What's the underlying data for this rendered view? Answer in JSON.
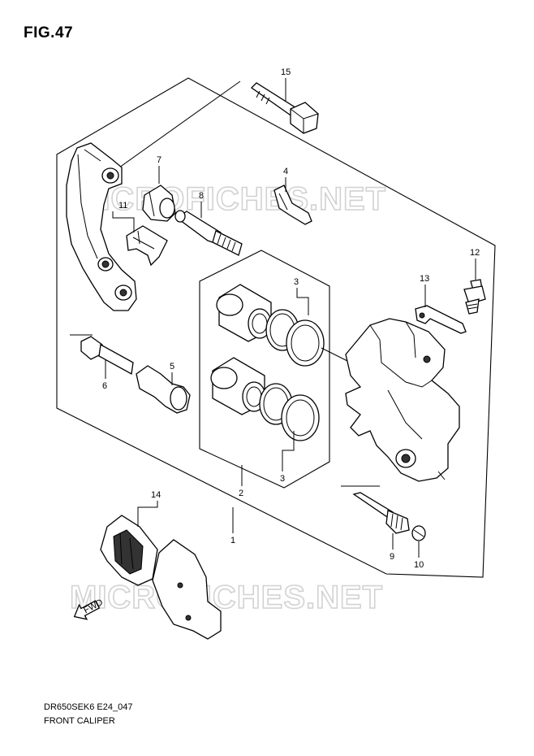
{
  "figure_title": "FIG.47",
  "diagram_code": "DR650SEK6 E24_047",
  "diagram_name": "FRONT CALIPER",
  "watermark": "MICROFICHES.NET",
  "direction_label": "FWD",
  "callouts": [
    {
      "id": "c15",
      "label": "15"
    },
    {
      "id": "c4",
      "label": "4"
    },
    {
      "id": "c7",
      "label": "7"
    },
    {
      "id": "c8",
      "label": "8"
    },
    {
      "id": "c11",
      "label": "11"
    },
    {
      "id": "c12",
      "label": "12"
    },
    {
      "id": "c13",
      "label": "13"
    },
    {
      "id": "c3a",
      "label": "3"
    },
    {
      "id": "c3b",
      "label": "3"
    },
    {
      "id": "c6",
      "label": "6"
    },
    {
      "id": "c5",
      "label": "5"
    },
    {
      "id": "c2",
      "label": "2"
    },
    {
      "id": "c14",
      "label": "14"
    },
    {
      "id": "c1",
      "label": "1"
    },
    {
      "id": "c9",
      "label": "9"
    },
    {
      "id": "c10",
      "label": "10"
    }
  ]
}
